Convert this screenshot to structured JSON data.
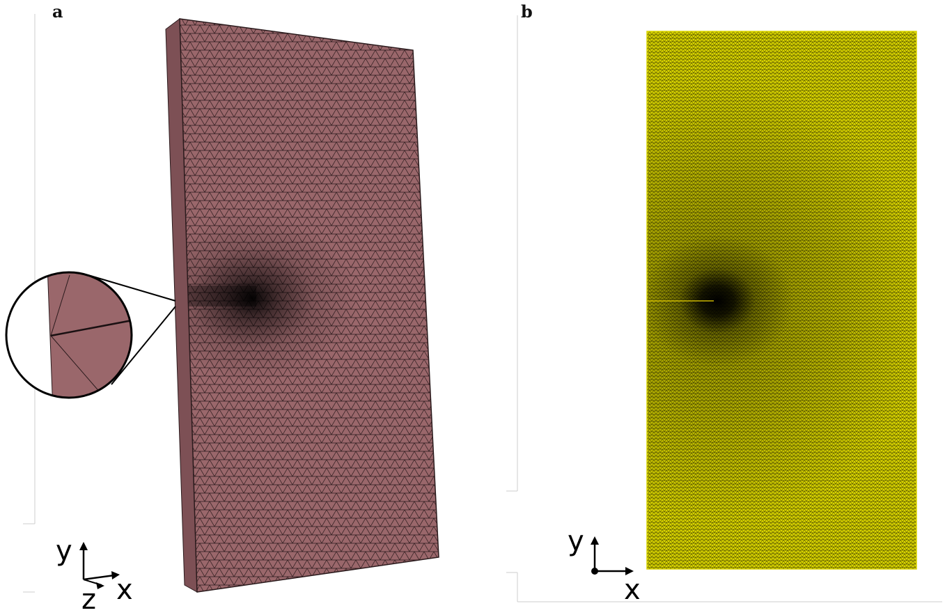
{
  "panels": [
    {
      "label": "a",
      "axes": {
        "y": "y",
        "x": "x",
        "z": "z"
      },
      "mesh_color": "#9a676b",
      "mesh_line_color": "#1a1012"
    },
    {
      "label": "b",
      "axes": {
        "y": "y",
        "x": "x"
      },
      "mesh_color": "#d9d400",
      "mesh_line_color": "#1a1a00"
    }
  ]
}
